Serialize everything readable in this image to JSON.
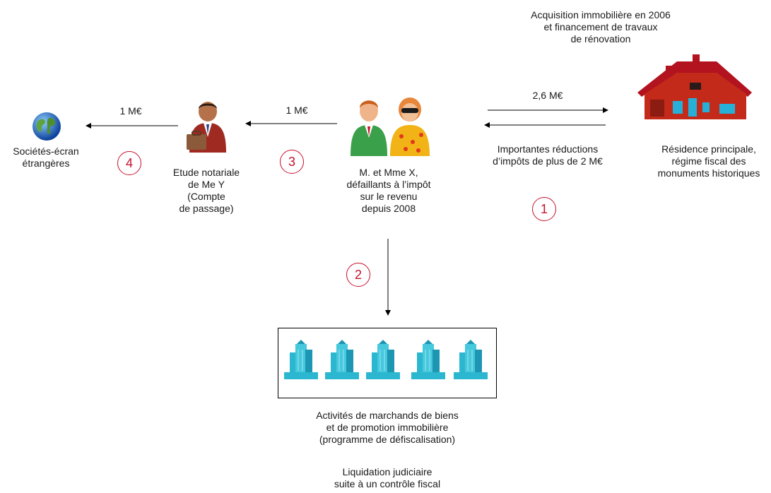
{
  "top_note": "Acquisition immobilière en 2006\net financement de travaux\nde rénovation",
  "flows": {
    "to_residence": "2,6 M€",
    "reductions": "Importantes réductions\nd’impôts de plus de 2 M€",
    "to_notary": "1 M€",
    "to_offshore": "1 M€"
  },
  "nodes": {
    "offshore": "Sociétés-écran\nétrangères",
    "notary": "Etude notariale\nde Me Y\n(Compte\nde passage)",
    "couple": "M. et Mme X,\ndéfaillants à l’impôt\nsur le revenu\ndepuis 2008",
    "residence": "Résidence principale,\nrégime fiscal des\nmonuments historiques",
    "activities": "Activités de marchands de biens\net de promotion immobilière\n(programme de défiscalisation)",
    "liquidation": "Liquidation judiciaire\nsuite à un contrôle fiscal"
  },
  "steps": [
    "1",
    "2",
    "3",
    "4"
  ],
  "colors": {
    "step": "#c8102e",
    "house": "#b3121f",
    "building": "#2bb7cf"
  }
}
